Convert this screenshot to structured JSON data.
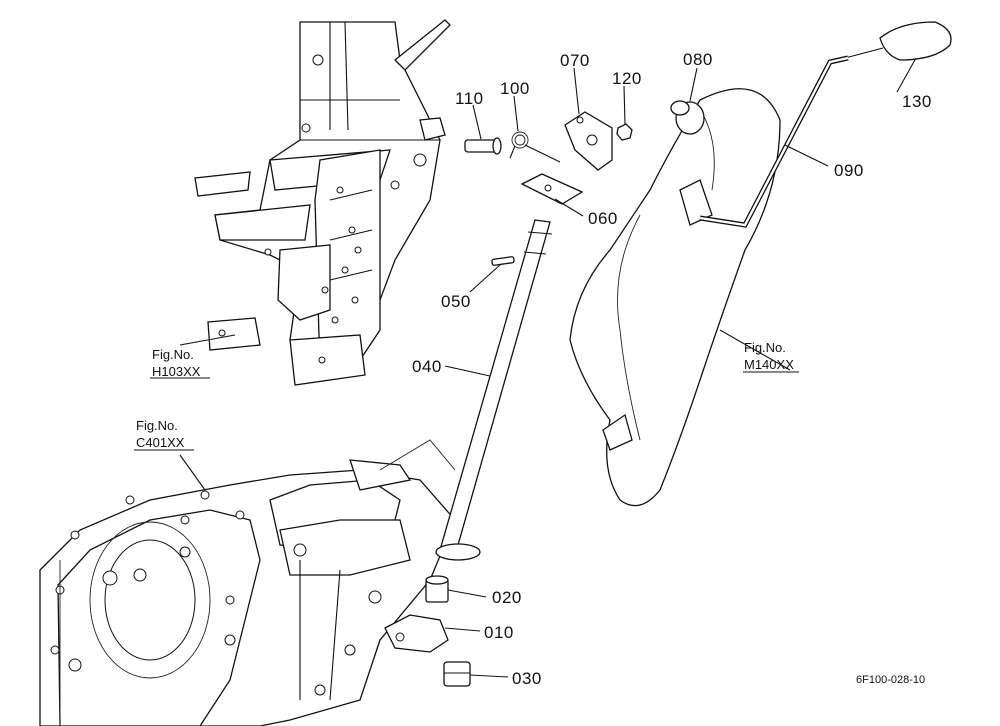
{
  "parts": [
    {
      "id": "p110",
      "number": "110"
    },
    {
      "id": "p100",
      "number": "100"
    },
    {
      "id": "p070",
      "number": "070"
    },
    {
      "id": "p120",
      "number": "120"
    },
    {
      "id": "p080",
      "number": "080"
    },
    {
      "id": "p130",
      "number": "130"
    },
    {
      "id": "p090",
      "number": "090"
    },
    {
      "id": "p060",
      "number": "060"
    },
    {
      "id": "p050",
      "number": "050"
    },
    {
      "id": "p040",
      "number": "040"
    },
    {
      "id": "p020",
      "number": "020"
    },
    {
      "id": "p010",
      "number": "010"
    },
    {
      "id": "p030",
      "number": "030"
    }
  ],
  "figure_refs": [
    {
      "prefix": "Fig.No.",
      "code": "H103XX"
    },
    {
      "prefix": "Fig.No.",
      "code": "C401XX"
    },
    {
      "prefix": "Fig.No.",
      "code": "M140XX"
    }
  ],
  "drawing_code": "6F100-028-10"
}
